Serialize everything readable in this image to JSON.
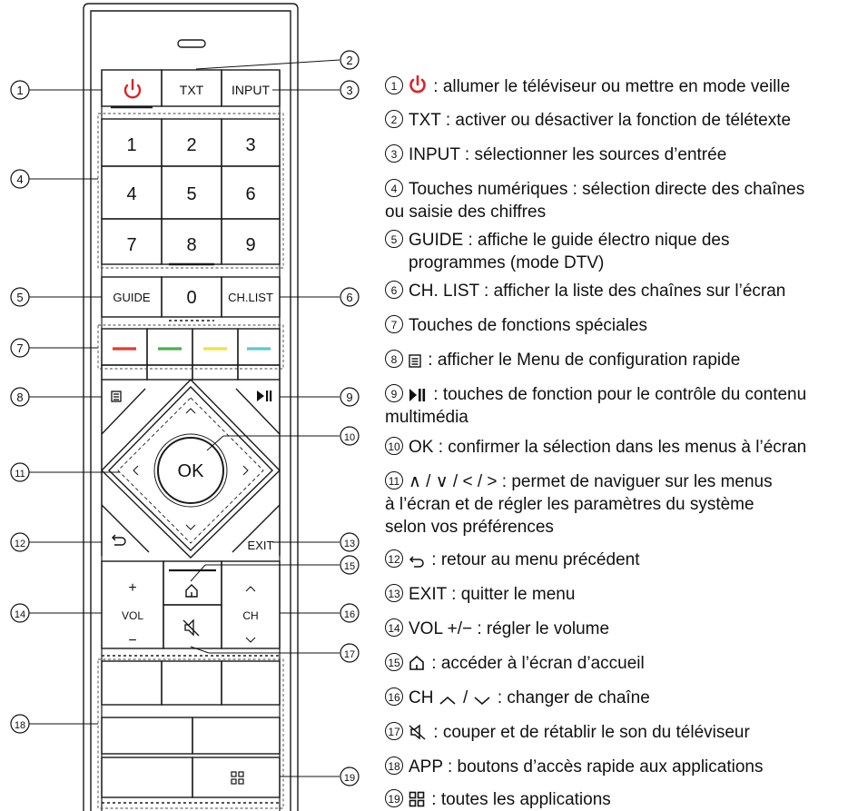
{
  "colors": {
    "power": "#e01f26",
    "red": "#e23b2e",
    "green": "#49b04f",
    "yellow": "#f1e041",
    "cyan": "#5cc6d0",
    "outline": "#1a1a1a"
  },
  "buttons": {
    "txt": "TXT",
    "input": "INPUT",
    "digits": [
      "1",
      "2",
      "3",
      "4",
      "5",
      "6",
      "7",
      "8",
      "9"
    ],
    "guide": "GUIDE",
    "zero": "0",
    "chlist": "CH.LIST",
    "ok": "OK",
    "exit": "EXIT",
    "vol_plus": "+",
    "vol": "VOL",
    "vol_minus": "−",
    "ch_up": "^",
    "ch": "CH",
    "ch_down": "∨"
  },
  "callouts": [
    "1",
    "2",
    "3",
    "4",
    "5",
    "6",
    "7",
    "8",
    "9",
    "10",
    "11",
    "12",
    "13",
    "14",
    "15",
    "16",
    "17",
    "18",
    "19"
  ],
  "descriptions": [
    {
      "num": "1",
      "icon": "power-icon",
      "text": ": allumer le téléviseur ou mettre en mode veille"
    },
    {
      "num": "2",
      "text": "TXT : activer ou désactiver la fonction de télétexte"
    },
    {
      "num": "3",
      "text": "INPUT :  sélectionner les sources d’entrée"
    },
    {
      "num": "4",
      "text": "Touches numériques : sélection directe des chaînes",
      "text2": "ou saisie des chiffres"
    },
    {
      "num": "5",
      "text": "GUIDE : affiche le guide électro nique des",
      "text2": "programmes (mode DTV)"
    },
    {
      "num": "6",
      "text": "CH. LIST : afficher la liste des chaînes sur l’écran"
    },
    {
      "num": "7",
      "text": "Touches de fonctions spéciales"
    },
    {
      "num": "8",
      "icon": "menu-icon",
      "text": ": afficher le Menu de configuration rapide"
    },
    {
      "num": "9",
      "icon": "play-pause-icon",
      "text": ": touches de fonction pour le contrôle du contenu",
      "text2": "multimédia"
    },
    {
      "num": "10",
      "text": "OK : confirmer la sélection dans les menus à l’écran"
    },
    {
      "num": "11",
      "text": "∧ / ∨ / < / > : permet de naviguer sur les menus",
      "text2": "à l’écran et de régler les paramètres du système",
      "text3": "selon vos préférences"
    },
    {
      "num": "12",
      "icon": "back-icon",
      "text": ": retour au menu précédent"
    },
    {
      "num": "13",
      "text": "EXIT : quitter le menu"
    },
    {
      "num": "14",
      "text": "VOL +/− : régler le volume"
    },
    {
      "num": "15",
      "icon": "home-icon",
      "text": ": accéder à l’écran d’accueil"
    },
    {
      "num": "16",
      "text": "CH",
      "text_after": "/",
      "text_end": ": changer de chaîne"
    },
    {
      "num": "17",
      "icon": "mute-icon",
      "text": ": couper et de rétablir le son du téléviseur"
    },
    {
      "num": "18",
      "text": "APP : boutons d’accès rapide aux applications"
    },
    {
      "num": "19",
      "icon": "apps-icon",
      "text": ": toutes les applications"
    }
  ]
}
